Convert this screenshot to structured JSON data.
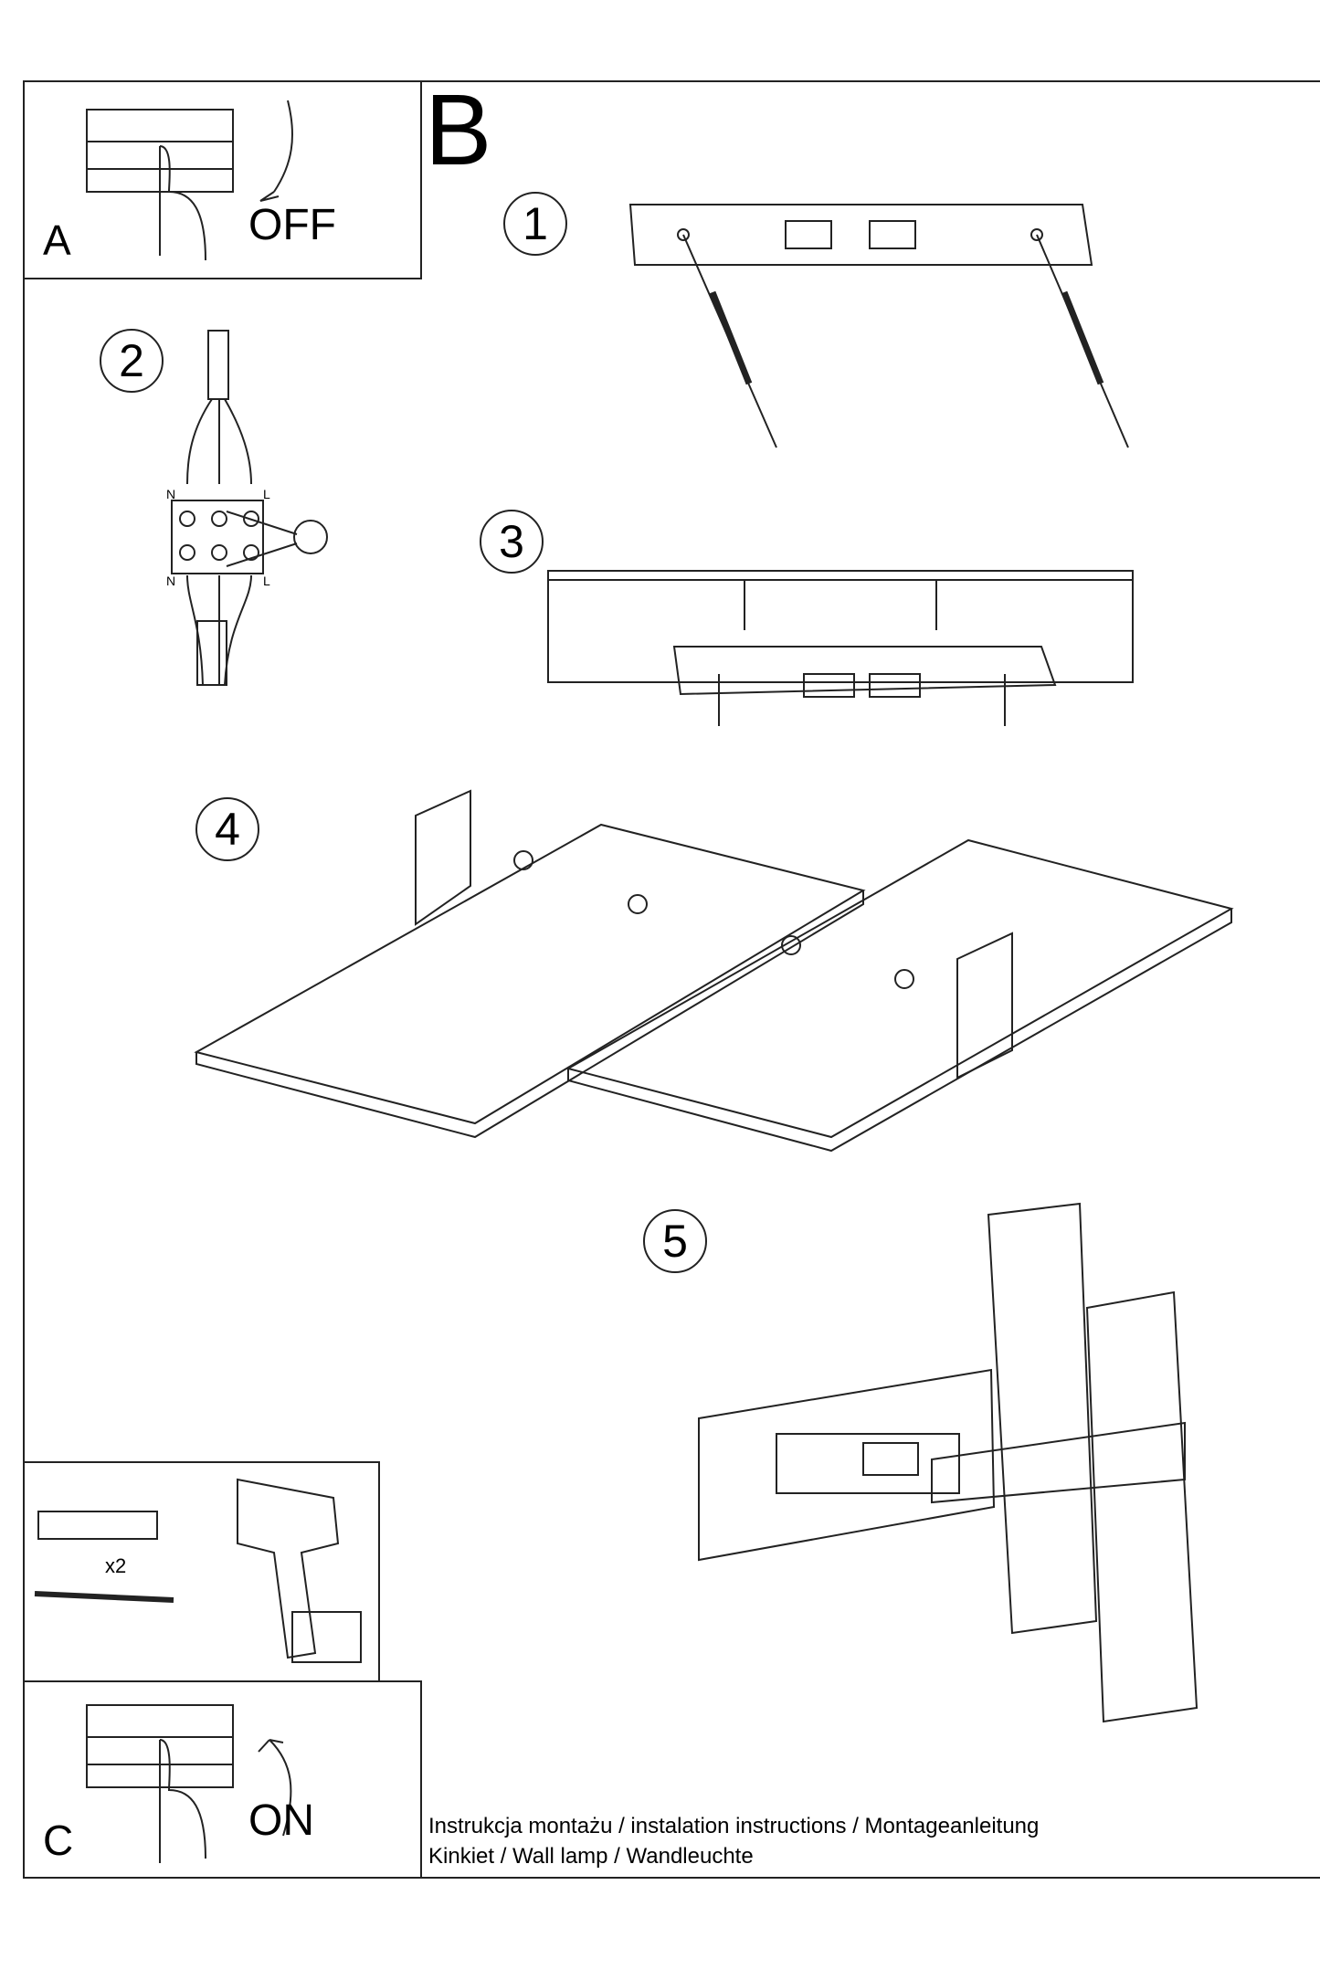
{
  "steps": {
    "a": {
      "letter": "A",
      "label": "OFF"
    },
    "b": {
      "letter": "B"
    },
    "c": {
      "letter": "C",
      "label": "ON"
    },
    "numbers": [
      "1",
      "2",
      "3",
      "4",
      "5"
    ]
  },
  "wiring": {
    "n_top": "N",
    "l_top": "L",
    "n_bottom": "N",
    "l_bottom": "L"
  },
  "tools": {
    "quantity": "x2"
  },
  "footer": {
    "line1": "Instrukcja montażu / instalation instructions / Montageanleitung",
    "line2": "Kinkiet / Wall lamp / Wandleuchte"
  }
}
